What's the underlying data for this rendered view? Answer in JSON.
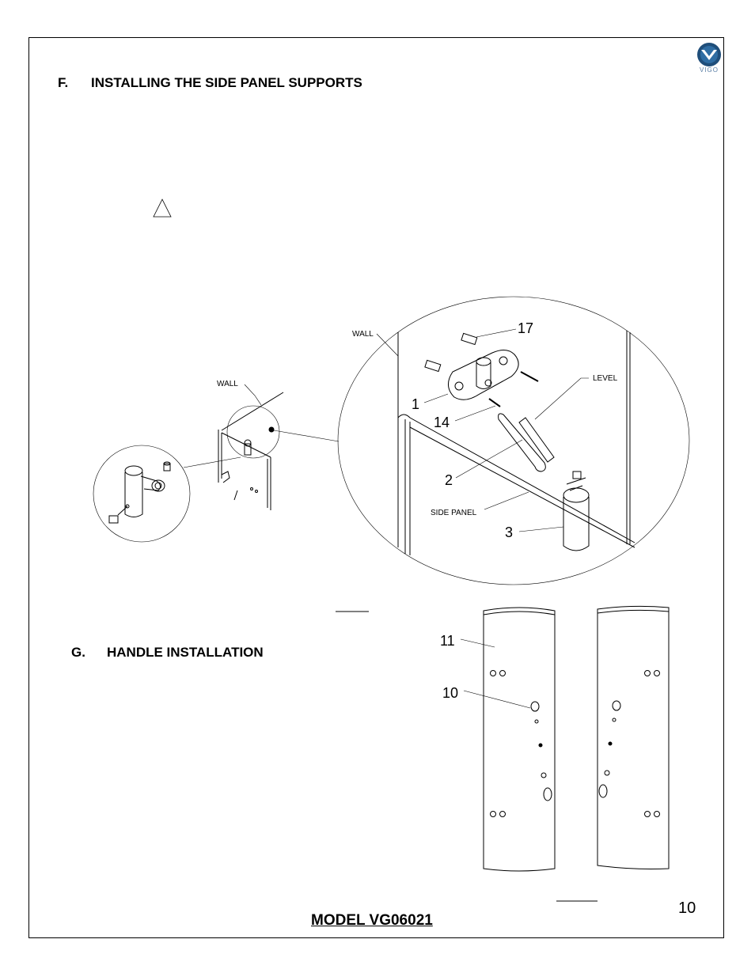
{
  "brand": {
    "logo_text": "VIGO",
    "color": "#1f4e7a"
  },
  "section_f": {
    "letter": "F.",
    "title": "INSTALLING THE SIDE PANEL SUPPORTS"
  },
  "section_g": {
    "letter": "G.",
    "title": "HANDLE INSTALLATION"
  },
  "figure_f": {
    "labels": {
      "wall_small": "WALL",
      "wall_large": "WALL",
      "level": "LEVEL",
      "side_panel": "SIDE PANEL"
    },
    "callouts": [
      "17",
      "1",
      "14",
      "2",
      "3"
    ]
  },
  "figure_g": {
    "callouts": [
      "11",
      "10"
    ]
  },
  "footer": {
    "model": "MODEL VG06021",
    "page_number": "10"
  }
}
